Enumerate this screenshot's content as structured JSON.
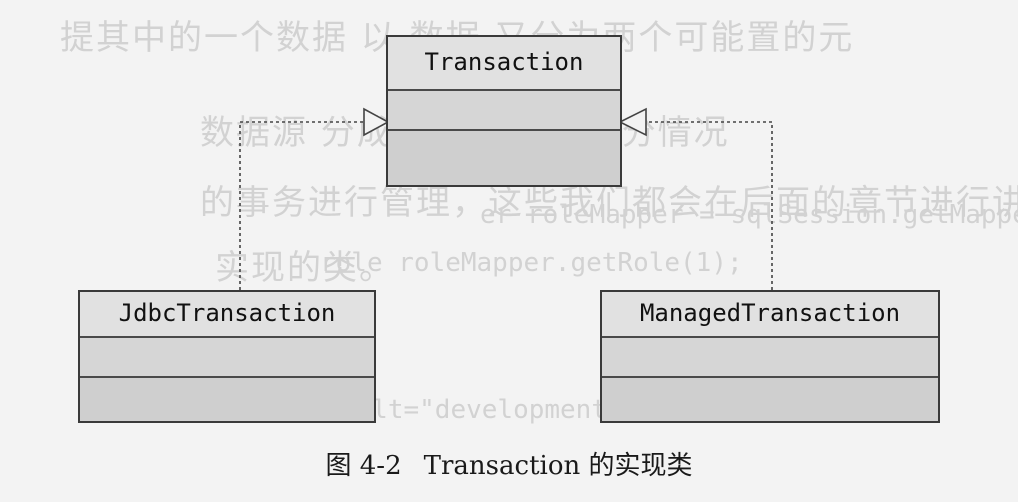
{
  "diagram": {
    "classes": {
      "transaction": {
        "name": "Transaction"
      },
      "jdbc": {
        "name": "JdbcTransaction"
      },
      "managed": {
        "name": "ManagedTransaction"
      }
    },
    "relationships": [
      {
        "from": "JdbcTransaction",
        "to": "Transaction",
        "kind": "realization"
      },
      {
        "from": "ManagedTransaction",
        "to": "Transaction",
        "kind": "realization"
      }
    ]
  },
  "caption": {
    "number": "图 4-2",
    "text": "Transaction 的实现类"
  }
}
